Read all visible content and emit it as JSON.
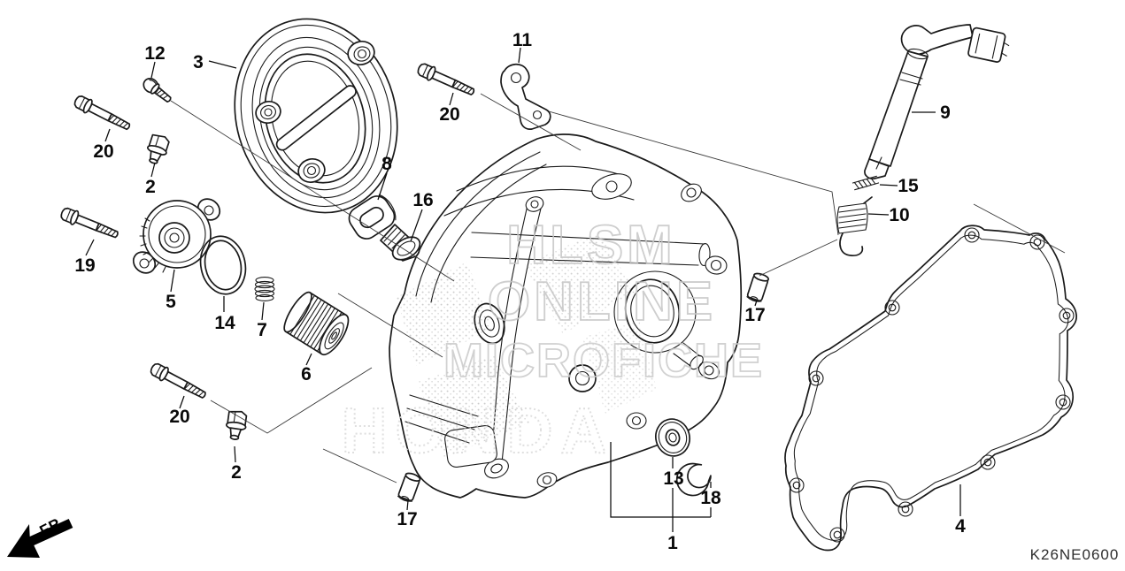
{
  "diagram": {
    "code": "K26NE0600",
    "front_label": "FR.",
    "watermark": {
      "line1": "HLSM",
      "line2": "ONLINE",
      "line3": "MICROFICHE",
      "brand": "HONDA"
    },
    "callouts": [
      {
        "ref": "12"
      },
      {
        "ref": "3"
      },
      {
        "ref": "11"
      },
      {
        "ref": "20"
      },
      {
        "ref": "20"
      },
      {
        "ref": "2"
      },
      {
        "ref": "19"
      },
      {
        "ref": "5"
      },
      {
        "ref": "14"
      },
      {
        "ref": "7"
      },
      {
        "ref": "6"
      },
      {
        "ref": "8"
      },
      {
        "ref": "16"
      },
      {
        "ref": "9"
      },
      {
        "ref": "15"
      },
      {
        "ref": "10"
      },
      {
        "ref": "17"
      },
      {
        "ref": "20"
      },
      {
        "ref": "2"
      },
      {
        "ref": "17"
      },
      {
        "ref": "13"
      },
      {
        "ref": "18"
      },
      {
        "ref": "1"
      },
      {
        "ref": "4"
      }
    ]
  }
}
